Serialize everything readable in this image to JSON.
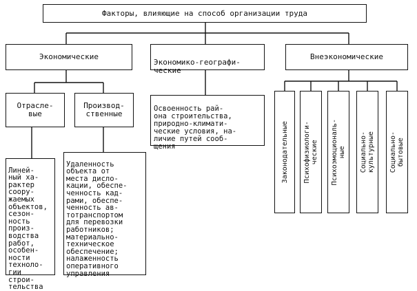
{
  "title": "Факторы, влияющие на способ организации труда",
  "groups": {
    "economic": "Экономические",
    "econgeo": "Экономико-географи-\nческие",
    "noneconomic": "Внеэкономические"
  },
  "economic_sub": {
    "sectoral": "Отрасле-\nвые",
    "production": "Производ-\nственные"
  },
  "details": {
    "sectoral": "Линей-\nный ха-\nрактер\nсоору-\nжаемых\nобъектов,\nсезон-\nность\nпроиз-\nводства\nработ,\nособен-\nности\nтехноло-\nгии\nстрои-\nтельства",
    "production": "Удаленность\nобъекта от\nместа дисло-\nкации, обеспе-\nченность кад-\nрами, обеспе-\nченность ав-\nтотранспортом\nдля перевозки\nработников;\nматериально-\nтехническое\nобеспечение;\nналаженность\nоперативного\nуправления",
    "econgeo": "Освоенность рай-\nона строительства,\nприродно-климати-\nческие условия, на-\nличие путей сооб-\nщения"
  },
  "noneconomic_sub": [
    "Законодательные",
    "Психофизиологи-\nческие",
    "Психоэмоциональ-\nные",
    "Социально-\nкультурные",
    "Социально-\nбытовые"
  ]
}
